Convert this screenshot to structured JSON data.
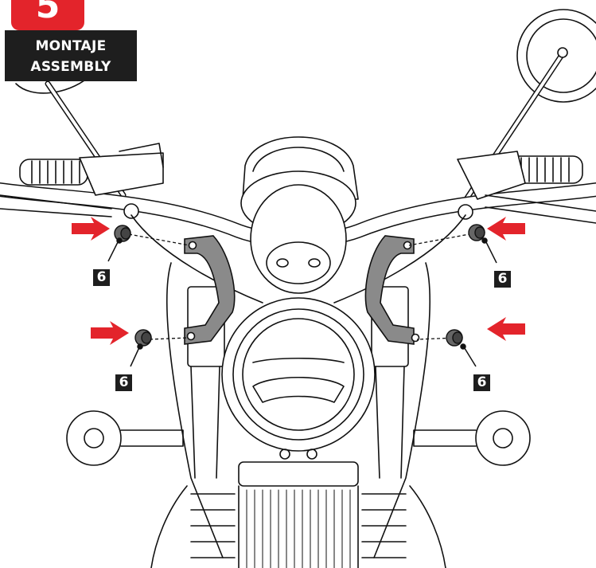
{
  "step": {
    "number": "5"
  },
  "title": {
    "line1": "MONTAJE",
    "line2": "ASSEMBLY"
  },
  "callouts": [
    {
      "id": "top-left",
      "label": "6"
    },
    {
      "id": "top-right",
      "label": "6"
    },
    {
      "id": "bottom-left",
      "label": "6"
    },
    {
      "id": "bottom-right",
      "label": "6"
    }
  ],
  "colors": {
    "accent": "#e3242b",
    "label_bg": "#1e1e1e",
    "bracket": "#8a8a8a",
    "line": "#111111"
  }
}
